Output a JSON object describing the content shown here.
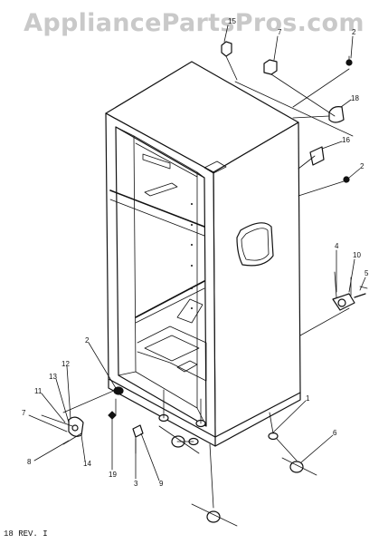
{
  "watermark": "AppliancePartsPros.com",
  "footer": "18 REV. I",
  "callouts": [
    "15",
    "7",
    "2",
    "18",
    "16",
    "2",
    "4",
    "10",
    "5",
    "1",
    "6",
    "2",
    "12",
    "13",
    "11",
    "7",
    "8",
    "14",
    "19",
    "3",
    "9"
  ]
}
